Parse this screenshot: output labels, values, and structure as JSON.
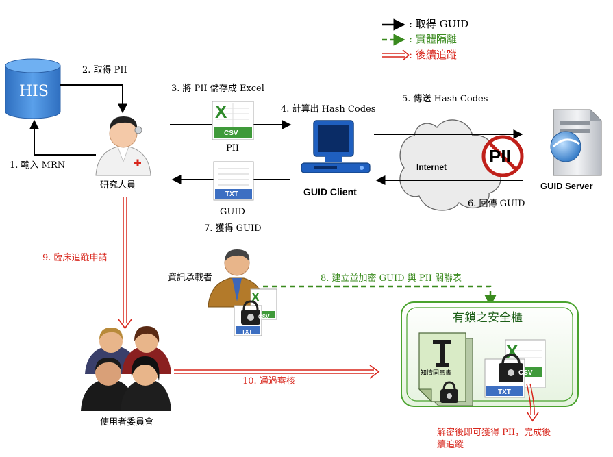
{
  "legend": {
    "get_guid": ": 取得 GUID",
    "physical_isolation": ": 實體隔離",
    "follow_up": ": 後續追蹤"
  },
  "nodes": {
    "his": "HIS",
    "researcher": "研究人員",
    "guid_client": "GUID Client",
    "internet": "Internet",
    "guid_server": "GUID Server",
    "pii_badge": "PII",
    "it_person": "資訊承載者",
    "committee": "使用者委員會",
    "safe_title": "有鎖之安全櫃",
    "consent_form": "知情同意書"
  },
  "files": {
    "csv_label": "CSV",
    "txt_label": "TXT",
    "pii_caption": "PII",
    "guid_caption": "GUID"
  },
  "steps": {
    "s1": "1. 輸入 MRN",
    "s2": "2. 取得 PII",
    "s3": "3. 將 PII 儲存成 Excel",
    "s4": "4. 計算出 Hash Codes",
    "s5": "5. 傳送 Hash Codes",
    "s6": "6. 回傳 GUID",
    "s7": "7. 獲得 GUID",
    "s8": "8. 建立並加密 GUID 與 PII 關聯表",
    "s9": "9. 臨床追蹤申請",
    "s10": "10. 通過審核",
    "final_line1": "解密後即可獲得 PII，完成後",
    "final_line2": "續追蹤"
  },
  "colors": {
    "black_arrow": "#000000",
    "green_arrow": "#3a8a1e",
    "red_arrow": "#d8261c",
    "his_blue": "#3f86d6",
    "safe_border": "#4aa32e"
  }
}
